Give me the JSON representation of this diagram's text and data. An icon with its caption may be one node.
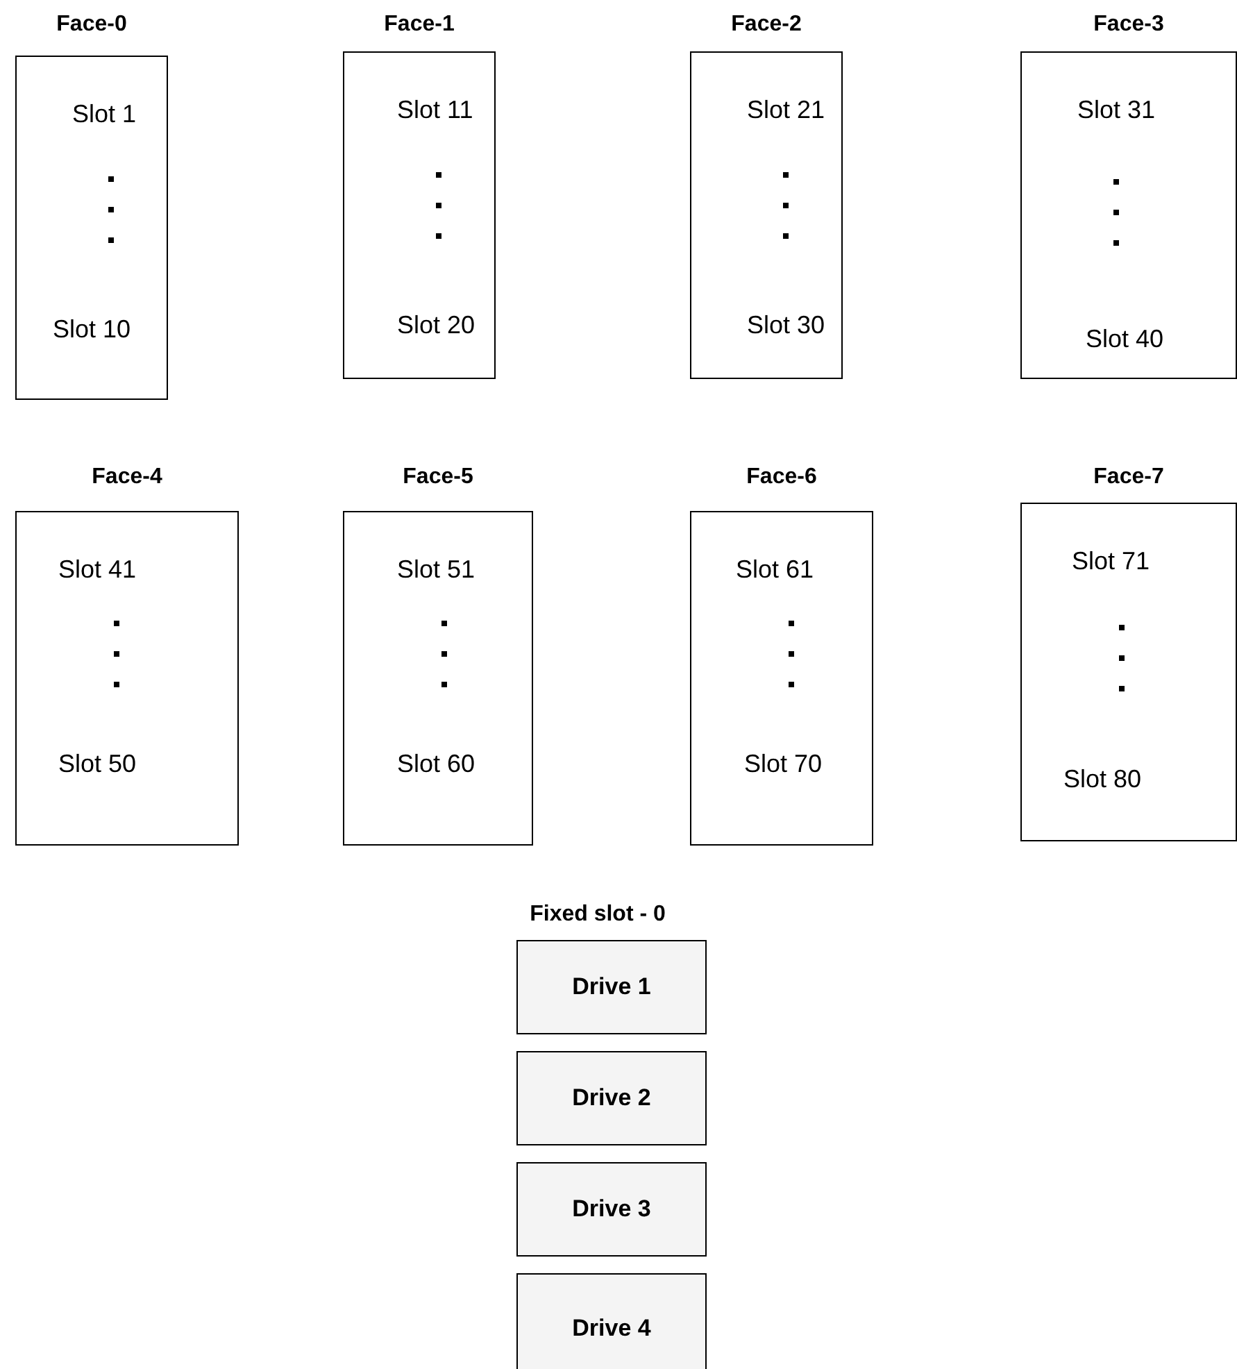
{
  "diagram": {
    "nodes": [
      {
        "text": [
          "Face-0",
          "Slot 1",
          "Slot 10"
        ]
      },
      {
        "text": [
          "Face-1",
          "Slot 11",
          "Slot 20"
        ]
      },
      {
        "text": [
          "Face-2",
          "Slot 21",
          "Slot 30"
        ]
      },
      {
        "text": [
          "Face-3",
          "Slot 31",
          "Slot 40"
        ]
      },
      {
        "text": [
          "Face-4",
          "Slot 41",
          "Slot 50"
        ]
      },
      {
        "text": [
          "Face-5",
          "Slot 51",
          "Slot 60"
        ]
      },
      {
        "text": [
          "Face-6",
          "Slot 61",
          "Slot 70"
        ]
      },
      {
        "text": [
          "Face-7",
          "Slot 71",
          "Slot 80"
        ]
      },
      {
        "text": [
          "Drive 1"
        ]
      },
      {
        "text": [
          "Drive 2"
        ]
      },
      {
        "text": [
          "Drive 3"
        ]
      },
      {
        "text": [
          "Drive 4"
        ]
      }
    ],
    "edges": [],
    "labels": [
      "Fixed slot - 0"
    ]
  }
}
